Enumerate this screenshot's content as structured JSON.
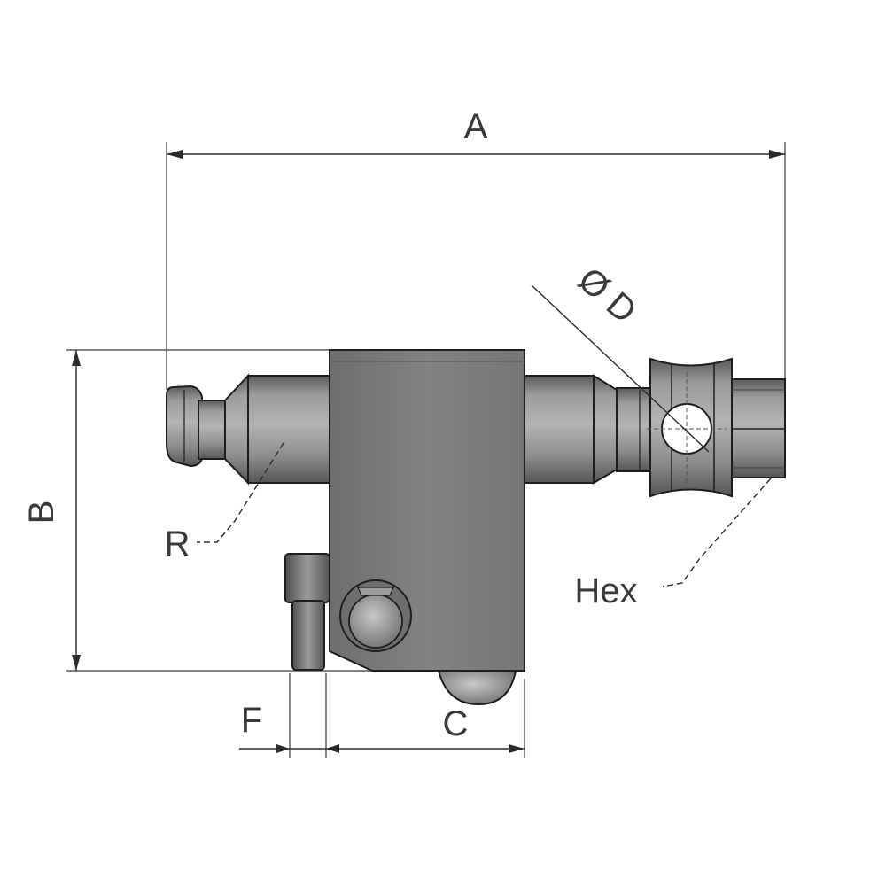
{
  "labels": {
    "overall_length": "A",
    "height": "B",
    "width": "C",
    "diameter": "Ø D",
    "offset": "F",
    "radius": "R",
    "hex": "Hex"
  },
  "colors": {
    "body_fill": "#7d7d7d",
    "pin_fill": "#8a8a8a",
    "outline": "#1e1e1e",
    "dimension": "#2b2b2b"
  }
}
